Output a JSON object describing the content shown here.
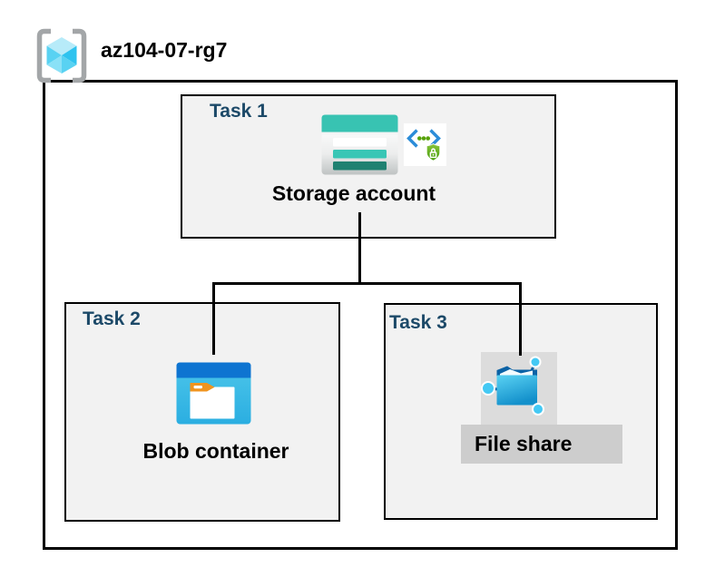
{
  "title": "az104-07-rg7",
  "tasks": [
    {
      "label": "Task 1",
      "item": "Storage account",
      "icons": [
        "storage-account-icon",
        "code-lock-icon"
      ]
    },
    {
      "label": "Task 2",
      "item": "Blob container",
      "icons": [
        "blob-container-icon"
      ]
    },
    {
      "label": "Task 3",
      "item": "File share",
      "icons": [
        "file-share-icon"
      ]
    }
  ],
  "connections": [
    {
      "from": "Storage account",
      "to": "Blob container"
    },
    {
      "from": "Storage account",
      "to": "File share"
    }
  ],
  "colors": {
    "task_label": "#1c4968",
    "task_box_fill": "#f2f2f2",
    "border": "#000000",
    "storage_teal": "#38c3b2",
    "storage_teal_dark": "#1f8171",
    "blob_band_blue": "#0e74d1",
    "blob_body_cyan": "#3bbce6",
    "blob_tab_orange": "#f0941f",
    "fileshare_dark_blue": "#0b62a5",
    "fileshare_cyan": "#2fb4e4",
    "fileshare_icon_bg": "#dcdcdc",
    "fileshare_label_band": "#cdcdcd",
    "code_bracket_blue": "#2b8cd8",
    "code_dot_green": "#57a20b",
    "shield_green": "#419b04",
    "rg_bracket_gray": "#a3a6a8",
    "rg_cube_cyan": "#59d2f2"
  }
}
